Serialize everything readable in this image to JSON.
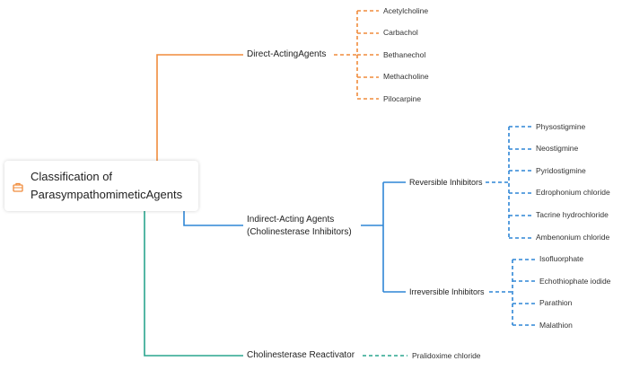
{
  "colors": {
    "orange": "#f08c3c",
    "blue": "#2f86d6",
    "teal": "#2aa58e"
  },
  "root": {
    "icon": "briefcase-icon",
    "title_line1": "Classification of",
    "title_line2": "ParasympathomimeticAgents"
  },
  "direct": {
    "label": "Direct-ActingAgents",
    "items": [
      "Acetylcholine",
      "Carbachol",
      "Bethanechol",
      "Methacholine",
      "Pilocarpine"
    ]
  },
  "indirect": {
    "label_line1": "Indirect-Acting Agents",
    "label_line2": "(Cholinesterase Inhibitors)",
    "reversible": {
      "label": "Reversible Inhibitors",
      "items": [
        "Physostigmine",
        "Neostigmine",
        "Pyridostigmine",
        "Edrophonium chloride",
        "Tacrine hydrochloride",
        "Ambenonium chloride"
      ]
    },
    "irreversible": {
      "label": "Irreversible Inhibitors",
      "items": [
        "Isofluorphate",
        "Echothiophate iodide",
        "Parathion",
        "Malathion"
      ]
    }
  },
  "reactivator": {
    "label": "Cholinesterase Reactivator",
    "items": [
      "Pralidoxime chloride"
    ]
  }
}
